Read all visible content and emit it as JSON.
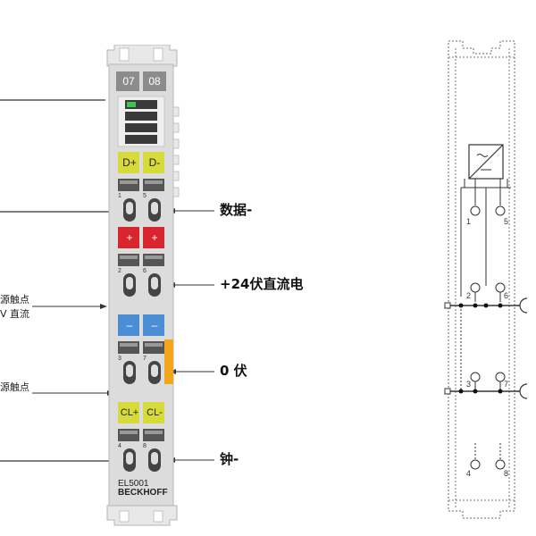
{
  "module": {
    "channel_numbers": [
      "07",
      "08"
    ],
    "terminal_tags": [
      {
        "left": "D+",
        "right": "D-"
      },
      {
        "left": "+",
        "right": "+"
      },
      {
        "left": "–",
        "right": "–"
      },
      {
        "left": "CL+",
        "right": "CL-"
      }
    ],
    "model": "EL5001",
    "brand": "BECKHOFF",
    "colors": {
      "tag_yellow": "#d6db3a",
      "tag_red": "#d9262e",
      "tag_blue": "#4a8fd6",
      "side_orange": "#f3a51c",
      "body": "#dcdcdc",
      "led_green": "#3ec44a"
    }
  },
  "labels_right": [
    "数据-",
    "+24伏直流电",
    "0 伏",
    "钟-"
  ],
  "labels_left": [
    {
      "line1": "源触点",
      "line2": "V 直流"
    },
    {
      "line1": "源触点",
      "line2": ""
    }
  ],
  "schematic_terminals": [
    "1",
    "5",
    "2",
    "6",
    "3",
    "7",
    "4",
    "8"
  ]
}
